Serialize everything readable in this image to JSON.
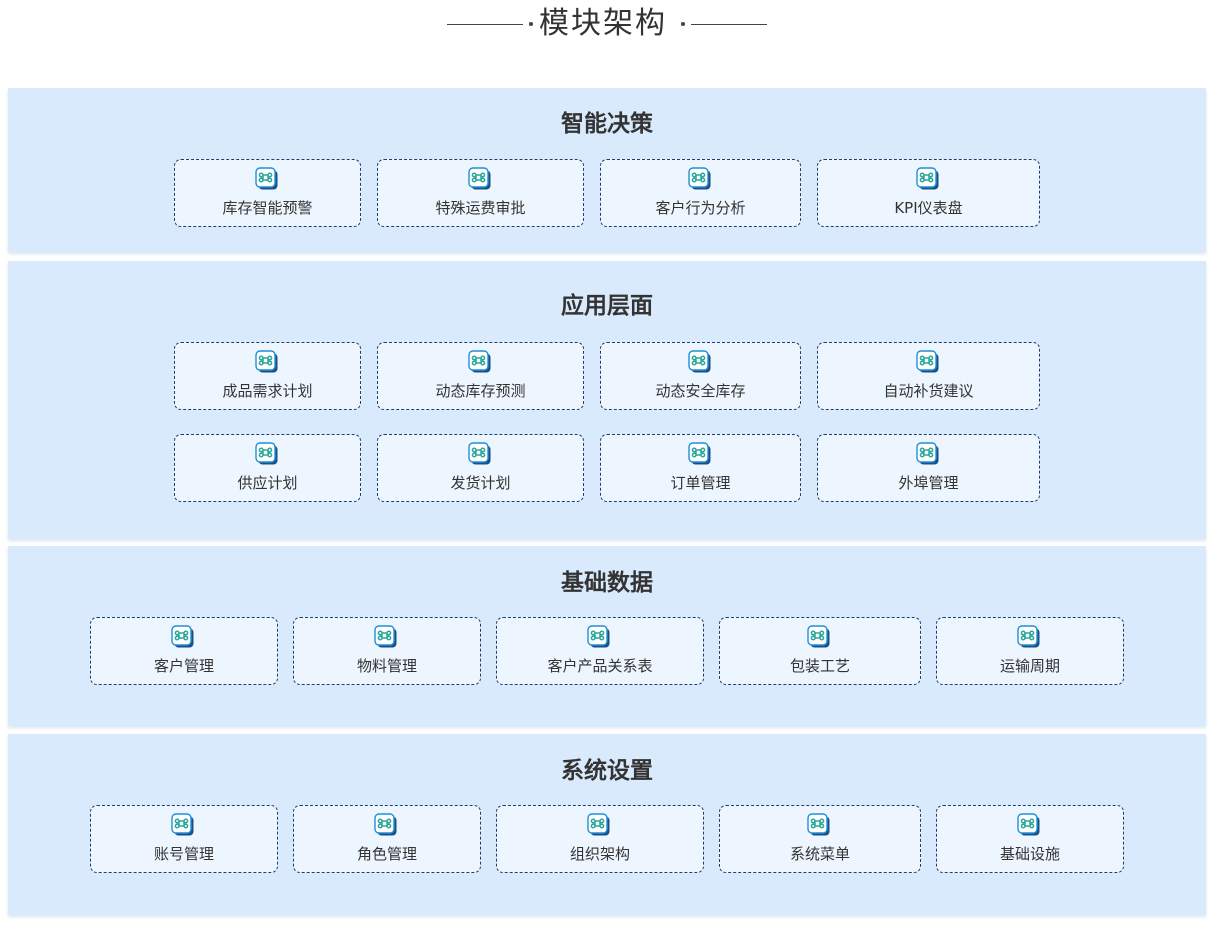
{
  "page": {
    "title": "模块架构"
  },
  "sections": [
    {
      "title": "智能决策",
      "items": [
        "库存智能预警",
        "特殊运费审批",
        "客户行为分析",
        "KPI仪表盘"
      ]
    },
    {
      "title": "应用层面",
      "items": [
        "成品需求计划",
        "动态库存预测",
        "动态安全库存",
        "自动补货建议",
        "供应计划",
        "发货计划",
        "订单管理",
        "外埠管理"
      ]
    },
    {
      "title": "基础数据",
      "items": [
        "客户管理",
        "物料管理",
        "客户产品关系表",
        "包装工艺",
        "运输周期"
      ]
    },
    {
      "title": "系统设置",
      "items": [
        "账号管理",
        "角色管理",
        "组织架构",
        "系统菜单",
        "基础设施"
      ]
    }
  ],
  "icon": {
    "name": "command-key-icon",
    "colors": {
      "outline": "#1f8fd8",
      "fill": "#ffffff",
      "shadow": "#1a4f86",
      "glyph": "#2aa79a"
    }
  },
  "colors": {
    "section_background": "#d9eafc",
    "card_background": "#edf5fe",
    "card_border": "#1d3f70"
  }
}
